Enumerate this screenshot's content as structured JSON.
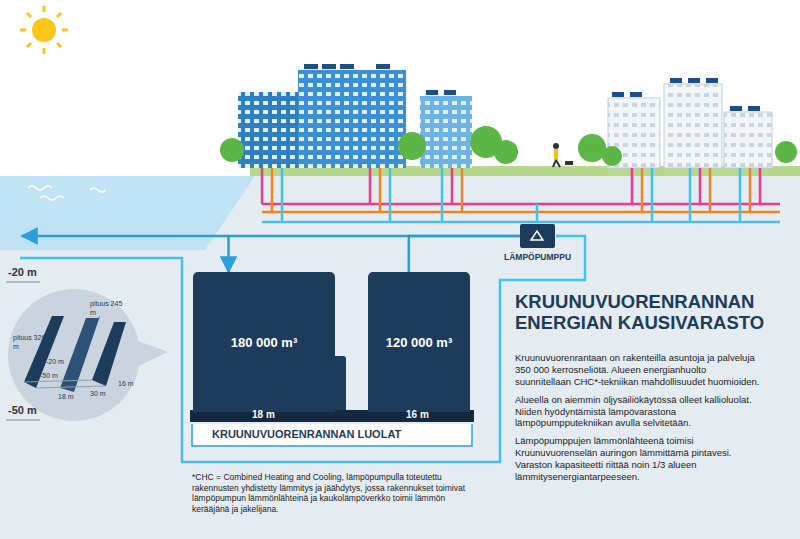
{
  "diagram": {
    "title": "KRUUNUVUORENRANNAN ENERGIAN KAUSIVARASTO",
    "nodes": [
      {
        "text": [
          "LÄMPÖPUMPPU"
        ]
      },
      {
        "text": [
          "180 000 m³"
        ]
      },
      {
        "text": [
          "120 000 m³"
        ]
      }
    ],
    "edges": [
      {
        "from": 0,
        "to": 1,
        "arrow": "to"
      },
      {
        "from": 0,
        "to": 2,
        "arrow": "none"
      }
    ],
    "labels": [
      "-20 m",
      "-50 m",
      "pituus 326 m",
      "pituus 245 m",
      "-20 m",
      "-50 m",
      "18 m",
      "30 m",
      "16 m",
      "18 m",
      "16 m",
      "KRUUNUVUORENRANNAN LUOLAT",
      "Kruunuvuorenrantaan on rakenteilla asuntoja ja palveluja 350 000 kerrosneliötä. Alueen energianhuolto suunnitellaan CHC*-tekniikan mahdollisuudet huomioiden.",
      "Alueella on aiemmin öljysäiliökäytössä olleet kallioluolat. Niiden hyödyntämistä lämpövarastona lämpöpumpputekniikan avulla selvitetään.",
      "Lämpöpumppujen lämmönlähteenä toimisi Kruunuvuorenselän auringon lämmittämä pintavesi. Varaston kapasiteetti riittää noin 1/3 alueen lämmitysenergiantarpeeseen.",
      "*CHC = Combined Heating and Cooling, lämpöpumpulla toteutettu rakennusten yhdistetty lämmitys ja jäähdytys, jossa rakennukset toimivat lämpöpumpun lämmönlähteinä ja kaukolämpöverkko toimii lämmön kerääjänä ja jakelijana."
    ]
  }
}
